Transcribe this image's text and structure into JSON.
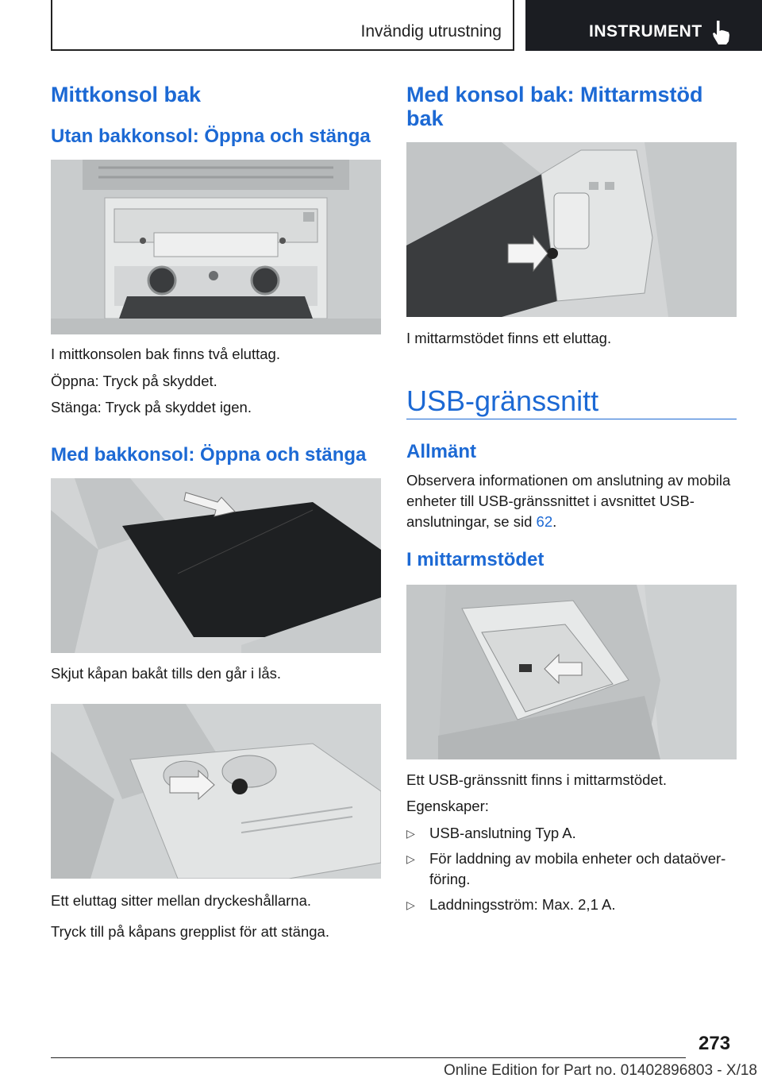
{
  "header": {
    "section": "Invändig utrustning",
    "chapter": "INSTRUMENT",
    "icon": "pointing-hand-icon"
  },
  "left": {
    "title": "Mittkonsol bak",
    "sub1": "Utan bakkonsol: Öppna och stänga",
    "p1": "I mittkonsolen bak finns två eluttag.",
    "p2": "Öppna: Tryck på skyddet.",
    "p3": "Stänga: Tryck på skyddet igen.",
    "sub2": "Med bakkonsol: Öppna och stänga",
    "p4": "Skjut kåpan bakåt tills den går i lås.",
    "p5": "Ett eluttag sitter mellan dryckeshållarna.",
    "p6": "Tryck till på kåpans grepplist för att stänga."
  },
  "right": {
    "title": "Med konsol bak: Mittarmstöd bak",
    "p1": "I mittarmstödet finns ett eluttag.",
    "usb_title": "USB-gränssnitt",
    "allm_title": "Allmänt",
    "allm_text_pre": "Observera informationen om anslutning av mo­bila enheter till USB-gränssnittet i avsnittet USB-anslutningar, se sid ",
    "allm_link": "62",
    "allm_text_post": ".",
    "mitt_title": "I mittarmstödet",
    "p2": "Ett USB-gränssnitt finns i mittarmstödet.",
    "p3": "Egenskaper:",
    "bullets": [
      "USB-anslutning Typ A.",
      "För laddning av mobila enheter och dataöver­föring.",
      "Laddningsström: Max. 2,1 A."
    ]
  },
  "footer": {
    "page": "273",
    "edition": "Online Edition for Part no. 01402896803 - X/18"
  },
  "colors": {
    "accent": "#1c69d4",
    "header_dark": "#1b1d22"
  }
}
